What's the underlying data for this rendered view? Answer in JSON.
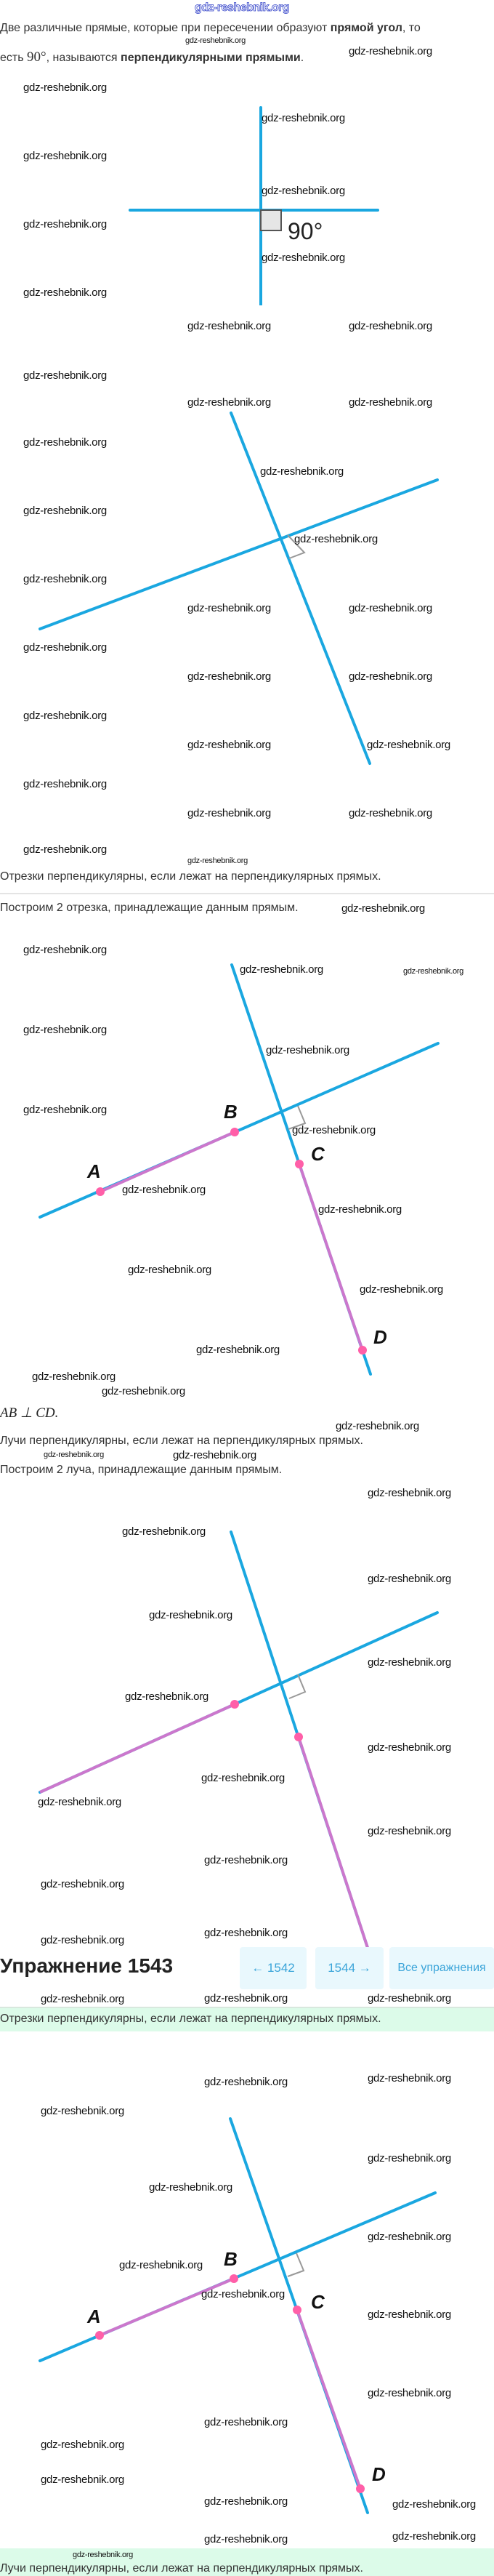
{
  "watermark": "gdz-reshebnik.org",
  "intro": {
    "line1_plain": "Две различные прямые, которые при пересечении образуют ",
    "line1_bold": "прямой угол",
    "line1_end": ", то",
    "line2_start": "есть ",
    "line2_math": "90°",
    "line2_mid": ", называются ",
    "line2_bold": "перпендикулярными прямыми",
    "line2_end": "."
  },
  "diagram1": {
    "angle_label": "90°"
  },
  "segments": {
    "rule": "Отрезки перпендикулярны, если лежат на перпендикулярных прямых.",
    "build": "Построим 2 отрезка, принадлежащие данным прямым.",
    "points": [
      "A",
      "B",
      "C",
      "D"
    ],
    "conclusion": "AB ⊥ CD."
  },
  "rays": {
    "rule": "Лучи перпендикулярны, если лежат на перпендикулярных прямых.",
    "build": "Построим 2 луча, принадлежащие данным прямым."
  },
  "exercise": {
    "title": "Упражнение 1543",
    "prev_label": "← 1542",
    "next_label": "1544 →",
    "all_label": "Все упражнения",
    "rule": "Отрезки перпендикулярны, если лежат на перпендикулярных прямых.",
    "points": [
      "A",
      "B",
      "C",
      "D"
    ],
    "footer_rule": "Лучи перпендикулярны, если лежат на перпендикулярных прямых."
  },
  "colors": {
    "line": "#1aa7e0",
    "segment": "#cc77cc",
    "point": "#ff5fa8",
    "band": "#dcfbe9",
    "nav": "#3aa4d9"
  }
}
